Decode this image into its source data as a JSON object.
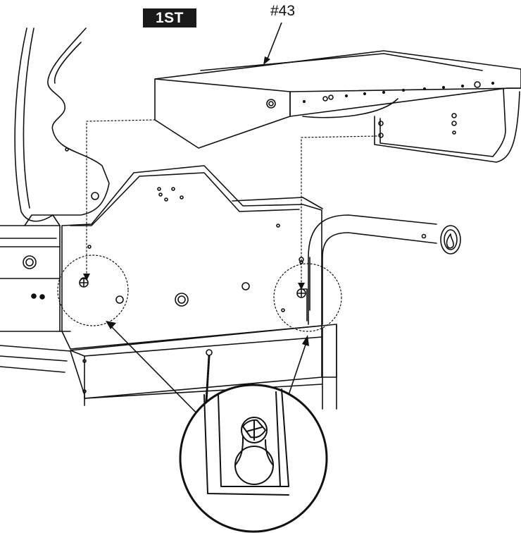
{
  "badge": {
    "text": "1ST"
  },
  "part": {
    "number": "#43"
  },
  "colors": {
    "line": "#111111",
    "badge_bg": "#1a1a1a",
    "badge_fg": "#ffffff",
    "background": "#ffffff"
  },
  "illustration": {
    "components": [
      "side-shelf",
      "grill-side-panel",
      "side-handle",
      "screw",
      "keyhole-slot"
    ],
    "detail_view": "screw-in-keyhole-slot"
  }
}
